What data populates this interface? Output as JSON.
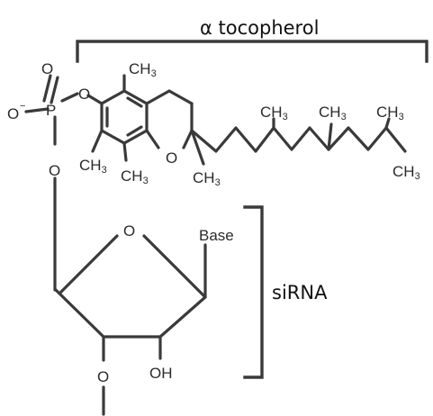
{
  "labels": {
    "tocopherol": "α tocopherol",
    "sirna": "siRNA"
  },
  "atoms": {
    "phosphate_o_minus": "O",
    "minus_sign": "−",
    "phosphorus": "P",
    "phosphate_o_top": "O",
    "phosphate_o_bridge": "O",
    "phosphate_o_down": "O",
    "ring_o_chromane": "O",
    "ring_o_ribose": "O",
    "base": "Base",
    "oh": "OH",
    "o3": "O"
  },
  "methyl": {
    "c": "CH",
    "n": "3"
  },
  "colors": {
    "ink": "#2b2b2b",
    "bracket": "#3a3a3a"
  }
}
